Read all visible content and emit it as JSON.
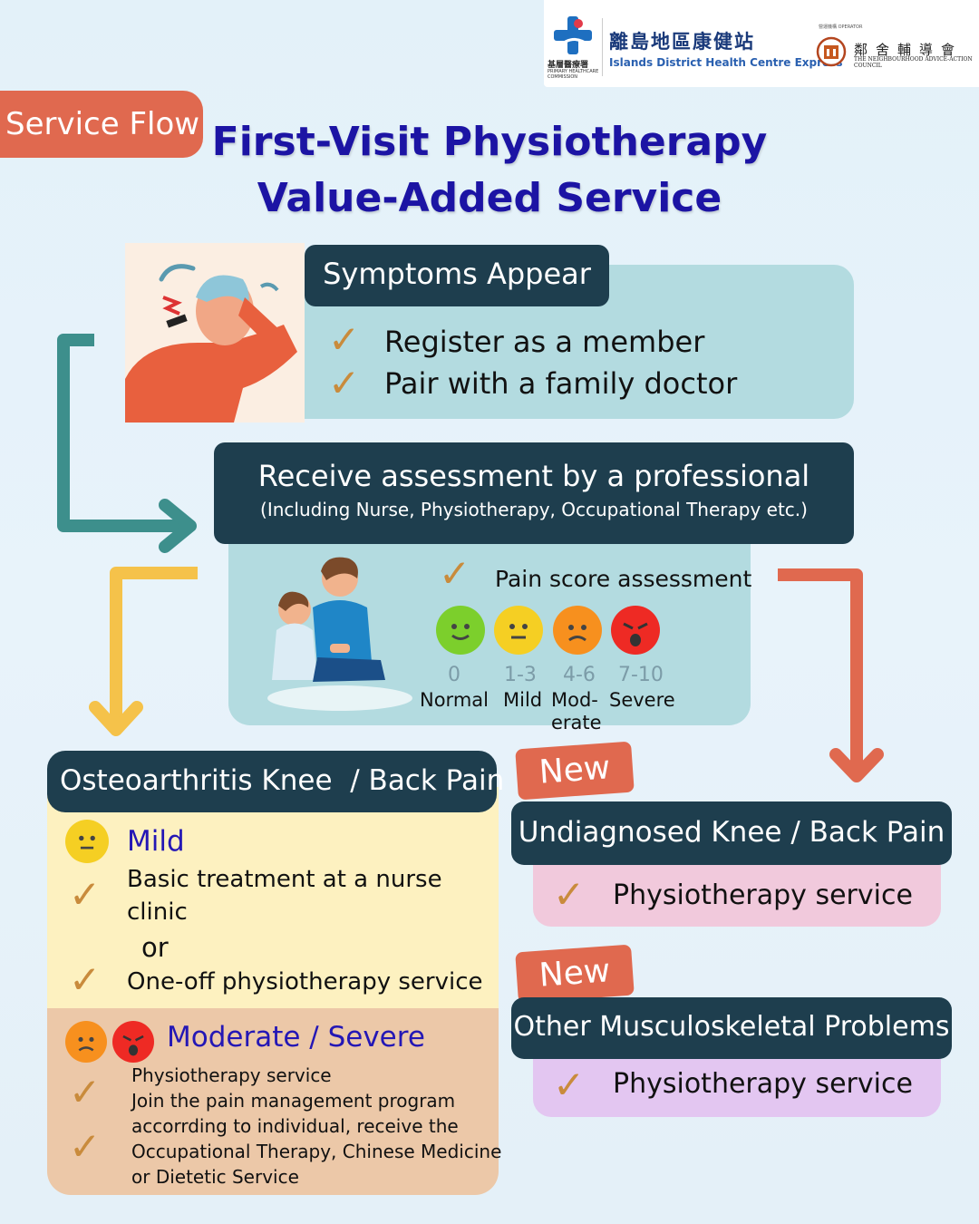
{
  "header": {
    "center_name_cn": "離島地區康健站",
    "center_name_en": "Islands District Health Centre Express",
    "commission_cn": "基層醫療署",
    "commission_en": "PRIMARY HEALTHCARE COMMISSION",
    "operator_label": "營運機構 OPERATOR",
    "operator_cn": "鄰舍輔導會",
    "operator_en": "THE NEIGHBOURHOOD ADVICE-ACTION COUNCIL"
  },
  "tag": "Service Flow",
  "title": {
    "line1": "First-Visit Physiotherapy",
    "line2": "Value-Added Service"
  },
  "symptoms": {
    "header": "Symptoms Appear",
    "items": [
      "Register as a member",
      "Pair with a family doctor"
    ]
  },
  "assessment": {
    "title": "Receive assessment by a professional",
    "subtitle": "(Including Nurse, Physiotherapy, Occupational Therapy etc.)",
    "pain_label": "Pain score assessment",
    "scale": [
      {
        "range": "0",
        "label": "Normal",
        "color": "#7ccf2c"
      },
      {
        "range": "1-3",
        "label": "Mild",
        "color": "#f5cf23"
      },
      {
        "range": "4-6",
        "label": "Mod-erate",
        "label_line1": "Mod-",
        "label_line2": "erate",
        "color": "#f7901e"
      },
      {
        "range": "7-10",
        "label": "Severe",
        "color": "#ee2a24"
      }
    ]
  },
  "osteo": {
    "header": "Osteoarthritis Knee  / Back Pain",
    "mild_label": "Mild",
    "mild_item1_line1": "Basic treatment at a nurse",
    "mild_item1_line2": "clinic",
    "or": "or",
    "mild_item2": "One-off physiotherapy service",
    "modsev_label": "Moderate / Severe",
    "modsev_lines": [
      "Physiotherapy service",
      "Join the pain management program",
      "accorrding to individual, receive the",
      "Occupational Therapy, Chinese Medicine",
      "or Dietetic Service"
    ]
  },
  "new1": {
    "badge": "New",
    "header": "Undiagnosed Knee / Back Pain",
    "item": "Physiotherapy service"
  },
  "new2": {
    "badge": "New",
    "header": "Other Musculoskeletal Problems",
    "item": "Physiotherapy service"
  },
  "colors": {
    "dark_box": "#1e3e4e",
    "accent_orange": "#e0694f",
    "title_blue": "#1c14a4",
    "teal_panel": "#b3dbe0",
    "yellow_panel": "#fdf1c0",
    "peach_panel": "#ecc8a8",
    "pink_panel": "#f1c9dc",
    "purple_panel": "#e3c6f1",
    "arrow_teal": "#3d8f8c",
    "arrow_yellow": "#f5c24a"
  },
  "icons": {
    "check": "check-icon",
    "arrow": "flow-arrow",
    "person": "patient-illustration",
    "therapist": "therapist-illustration"
  }
}
